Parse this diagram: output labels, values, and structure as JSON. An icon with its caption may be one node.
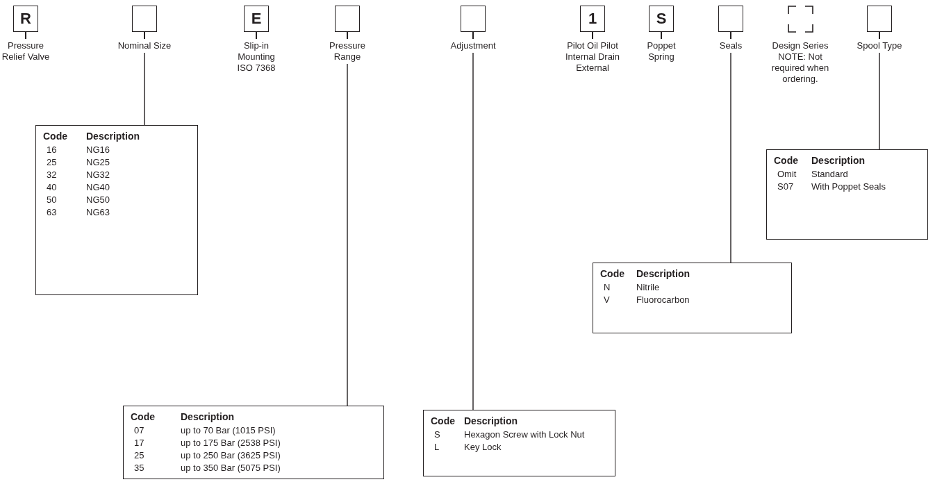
{
  "diagram": {
    "nodes": [
      {
        "text": [
          "R"
        ],
        "beside": [
          "Pressure Relief Valve"
        ]
      },
      {
        "text": [],
        "shape": "box",
        "beside": [
          "Nominal Size"
        ]
      },
      {
        "text": [
          "E"
        ],
        "beside": [
          "Slip-in Mounting ISO 7368"
        ]
      },
      {
        "text": [],
        "shape": "box",
        "beside": [
          "Pressure Range"
        ]
      },
      {
        "text": [],
        "shape": "box",
        "beside": [
          "Adjustment"
        ]
      },
      {
        "text": [
          "1"
        ],
        "beside": [
          "Pilot Oil Pilot Internal Drain External"
        ]
      },
      {
        "text": [
          "S"
        ],
        "beside": [
          "Poppet Spring"
        ]
      },
      {
        "text": [],
        "shape": "box",
        "beside": [
          "Seals"
        ]
      },
      {
        "text": [],
        "shape": "box",
        "beside": [
          "Design Series",
          "NOTE: Not required when ordering."
        ]
      },
      {
        "text": [],
        "shape": "box",
        "beside": [
          "Spool Type"
        ]
      },
      {
        "text": [
          "Code",
          "Description",
          "16",
          "NG16",
          "25",
          "NG25",
          "32",
          "NG32",
          "40",
          "NG40",
          "50",
          "NG50",
          "63",
          "NG63"
        ]
      },
      {
        "text": [
          "Code",
          "Description",
          "07",
          "up to 70 Bar (1015 PSI)",
          "17",
          "up to 175 Bar (2538 PSI)",
          "25",
          "up to 250 Bar (3625 PSI)",
          "35",
          "up to 350 Bar (5075 PSI)"
        ]
      },
      {
        "text": [
          "Code",
          "Description",
          "S",
          "Hexagon Screw with Lock Nut",
          "L",
          "Key Lock"
        ]
      },
      {
        "text": [
          "Code",
          "Description",
          "N",
          "Nitrile",
          "V",
          "Fluorocarbon"
        ]
      },
      {
        "text": [
          "Code",
          "Description",
          "Omit",
          "Standard",
          "S07",
          "With Poppet Seals"
        ]
      }
    ],
    "edges": [
      {
        "from": 1,
        "to": 10,
        "arrow": "none"
      },
      {
        "from": 3,
        "to": 11,
        "arrow": "none"
      },
      {
        "from": 4,
        "to": 12,
        "arrow": "none"
      },
      {
        "from": 7,
        "to": 13,
        "arrow": "none"
      },
      {
        "from": 9,
        "to": 14,
        "arrow": "none"
      }
    ]
  }
}
